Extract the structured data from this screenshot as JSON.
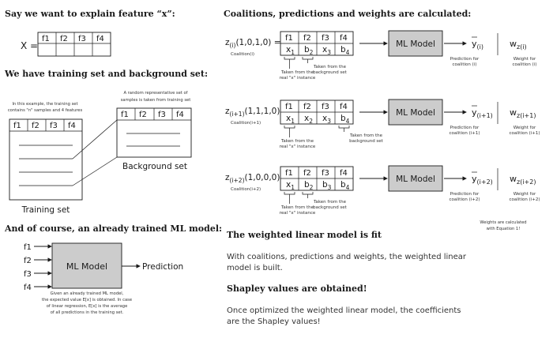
{
  "left": {
    "title1": "Say we want to explain feature “x”:",
    "x_label": "X =",
    "features": [
      "f1",
      "f2",
      "f3",
      "f4"
    ],
    "title2": "We have training set and  background set:",
    "training_note_line1": "In this example, the training set",
    "training_note_line2": "contains \"n\" samples and 4 features",
    "background_note_line1": "A random representative set of",
    "background_note_line2": "samples is taken from training set",
    "training_caption": "Training set",
    "background_caption": "Background set",
    "title3": "And of course, an already trained ML model:",
    "model_label": "ML Model",
    "prediction_label": "Prediction",
    "model_note_lines": [
      "Given an already trained ML model,",
      "the expected value E[x] is obtained. In case",
      "of linear regression, E[x] is the average",
      "of all predictions in the training set."
    ]
  },
  "right": {
    "title": "Coalitions, predictions and weights are calculated:",
    "model_label": "ML Model",
    "real_note_1": "Taken from the",
    "real_note_2": "real \"x\" instance",
    "bg_note_1": "Taken from the",
    "bg_note_2": "background set",
    "coalitions": [
      {
        "z": "z",
        "sub": "(i)",
        "vec": "(1,0,1,0) =",
        "label": "Coalition(i)",
        "values": [
          [
            "x",
            "1"
          ],
          [
            "b",
            "2"
          ],
          [
            "x",
            "3"
          ],
          [
            "b",
            "4"
          ]
        ],
        "yhat": "y",
        "ysub": "(i)",
        "pred1": "Prediction for",
        "pred2": "coalition (i)",
        "w": "w",
        "wsub": "z(i)",
        "weight1": "Weight for",
        "weight2": "coalition (i)"
      },
      {
        "z": "z",
        "sub": "(i+1)",
        "vec": "(1,1,1,0) =",
        "label": "Coalition(i+1)",
        "values": [
          [
            "x",
            "1"
          ],
          [
            "x",
            "2"
          ],
          [
            "x",
            "3"
          ],
          [
            "b",
            "4"
          ]
        ],
        "yhat": "y",
        "ysub": "(i+1)",
        "pred1": "Prediction for",
        "pred2": "coalition (i+1)",
        "w": "w",
        "wsub": "z(i+1)",
        "weight1": "Weight for",
        "weight2": "coalition (i+1)"
      },
      {
        "z": "z",
        "sub": "(i+2)",
        "vec": "(1,0,0,0) =",
        "label": "Coalition(i+2)",
        "values": [
          [
            "x",
            "1"
          ],
          [
            "b",
            "2"
          ],
          [
            "b",
            "3"
          ],
          [
            "b",
            "4"
          ]
        ],
        "yhat": "y",
        "ysub": "(i+2)",
        "pred1": "Prediction for",
        "pred2": "coalition (i+2)",
        "w": "w",
        "wsub": "z(i+2)",
        "weight1": "Weight for",
        "weight2": "coalition (i+2)"
      }
    ],
    "weights_note_1": "Weights are calculated",
    "weights_note_2": "with Equation 1!",
    "fit_title": "The weighted linear model is fit",
    "fit_text_1": "With coalitions, predictions and weights, the weighted linear",
    "fit_text_2": "model is built.",
    "shap_title": "Shapley values are obtained!",
    "shap_text_1": "Once optimized the weighted linear model, the coefficients",
    "shap_text_2": "are the Shapley values!"
  }
}
